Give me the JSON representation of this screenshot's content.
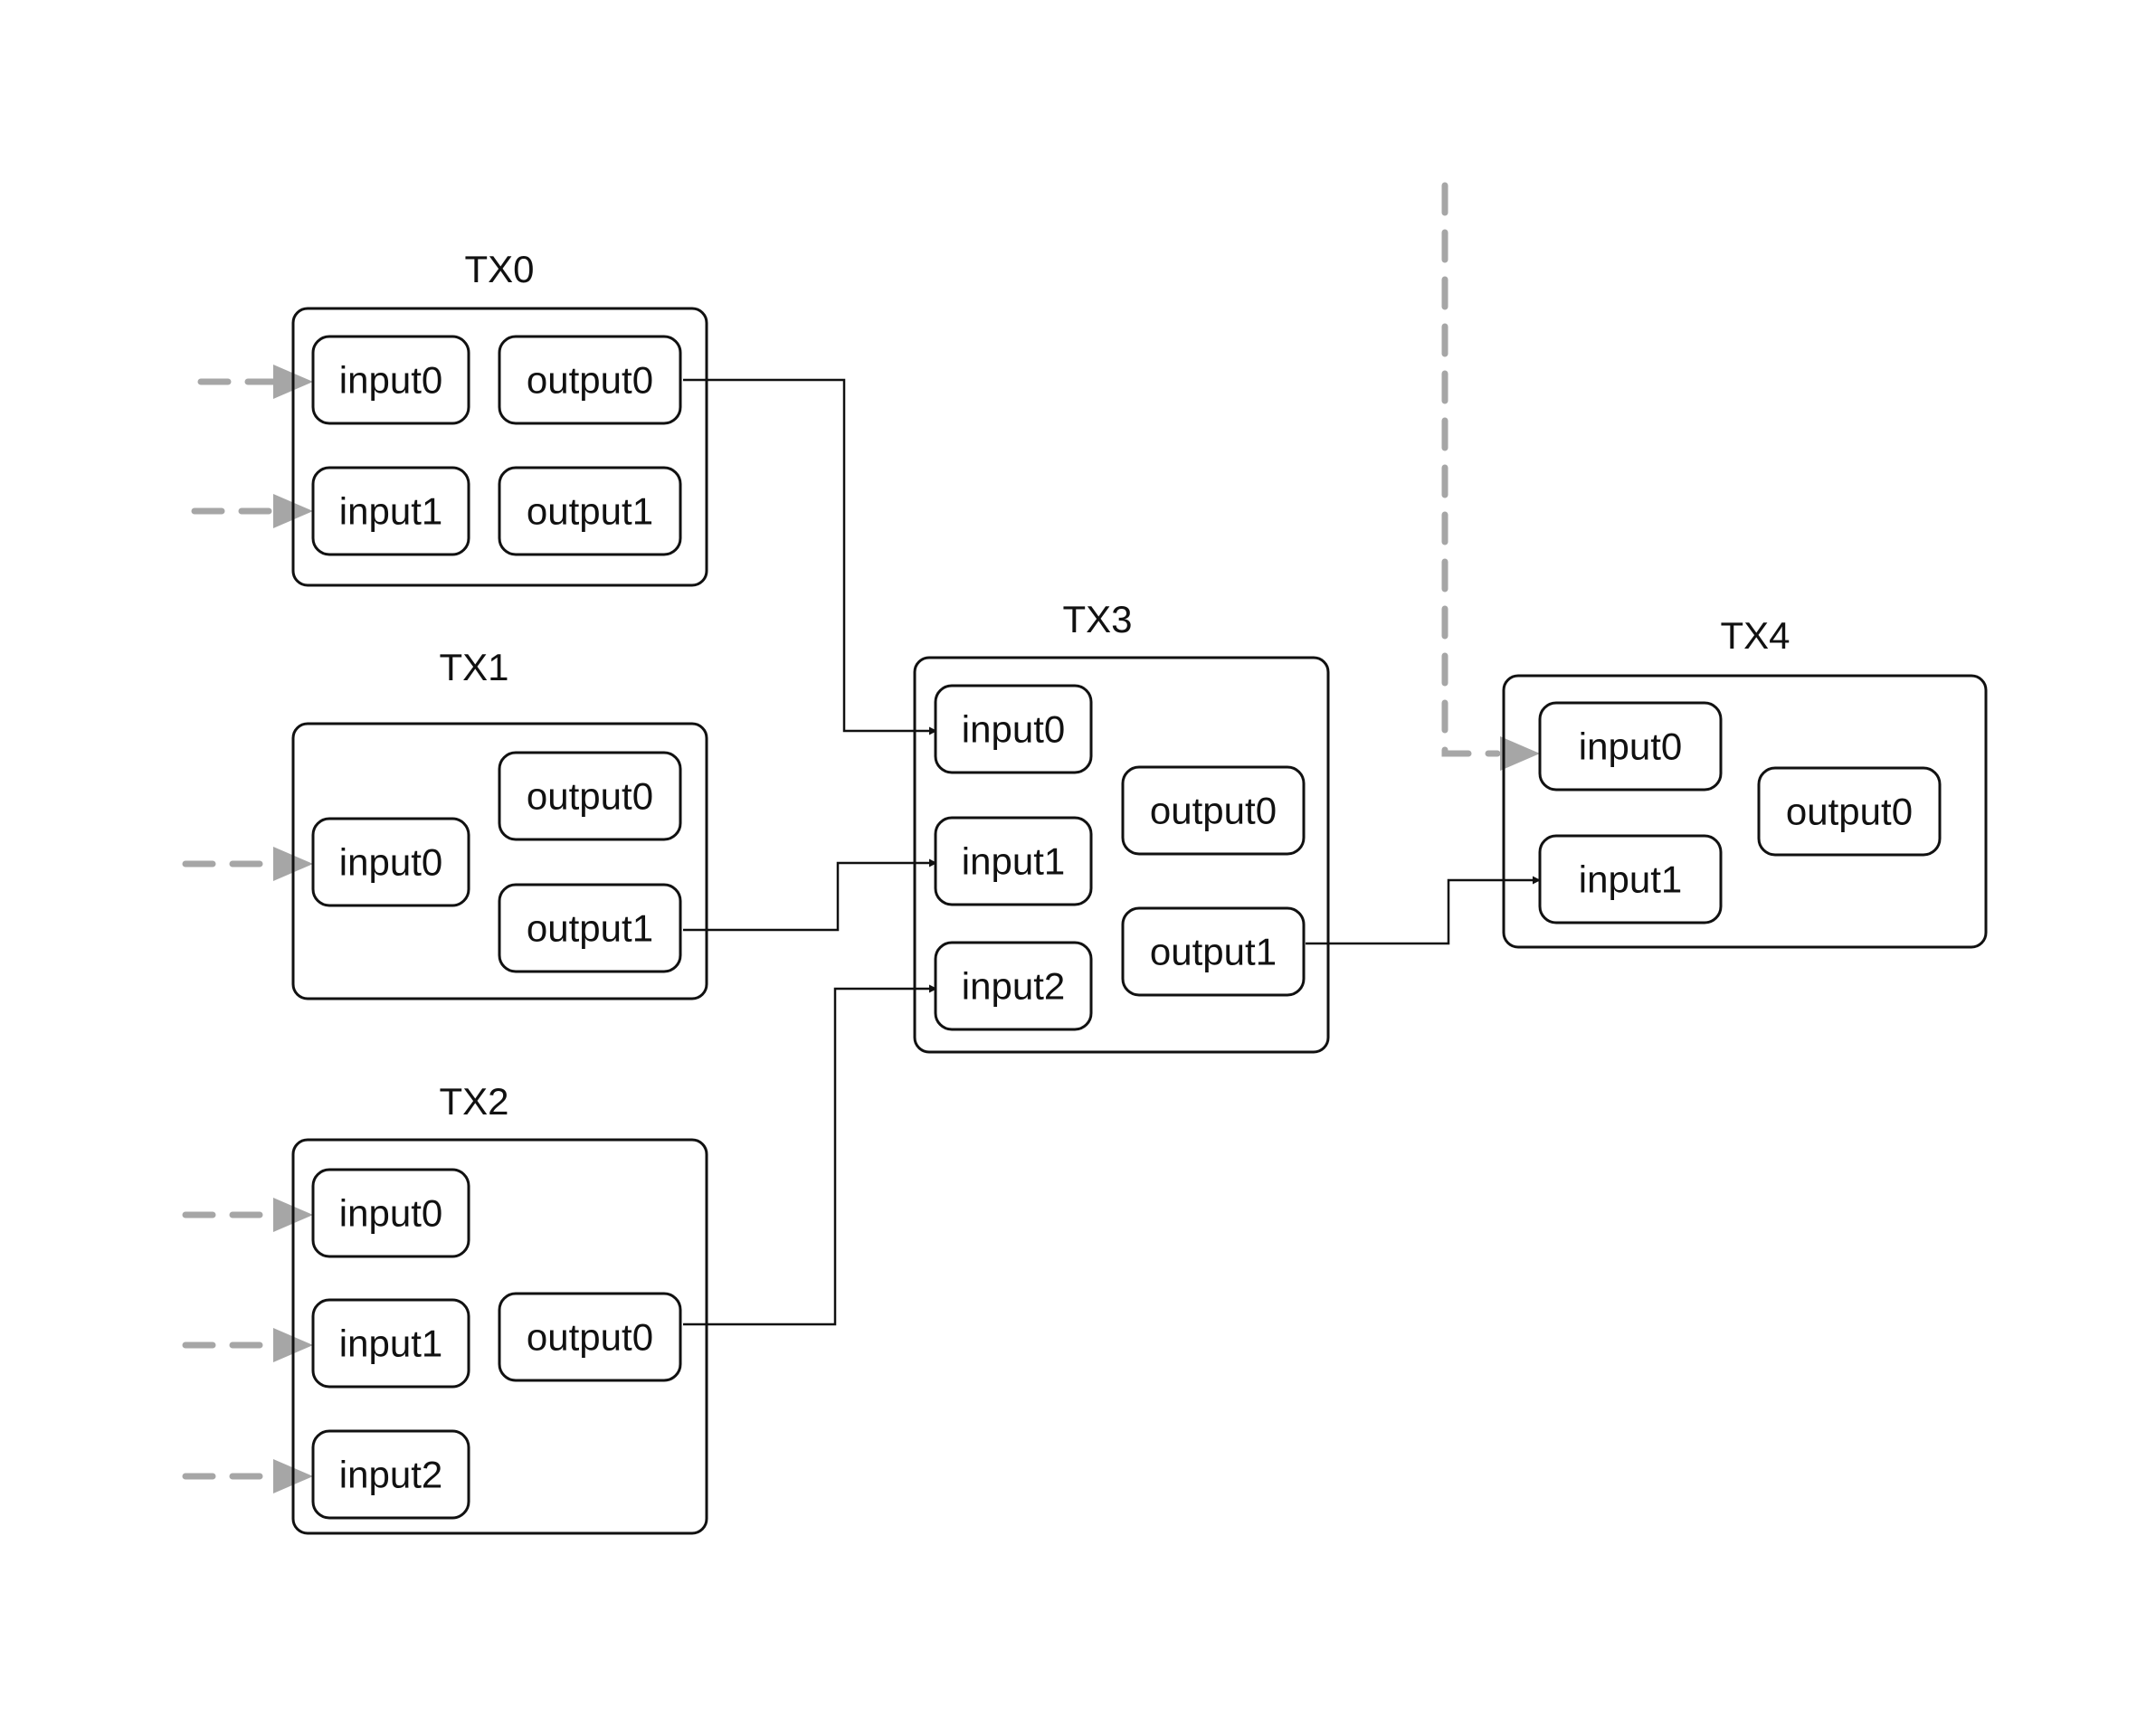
{
  "transactions": [
    {
      "id": "tx0",
      "title": "TX0",
      "inputs": [
        "input0",
        "input1"
      ],
      "outputs": [
        "output0",
        "output1"
      ]
    },
    {
      "id": "tx1",
      "title": "TX1",
      "inputs": [
        "input0"
      ],
      "outputs": [
        "output0",
        "output1"
      ]
    },
    {
      "id": "tx2",
      "title": "TX2",
      "inputs": [
        "input0",
        "input1",
        "input2"
      ],
      "outputs": [
        "output0"
      ]
    },
    {
      "id": "tx3",
      "title": "TX3",
      "inputs": [
        "input0",
        "input1",
        "input2"
      ],
      "outputs": [
        "output0",
        "output1"
      ]
    },
    {
      "id": "tx4",
      "title": "TX4",
      "inputs": [
        "input0",
        "input1"
      ],
      "outputs": [
        "output0"
      ]
    }
  ],
  "connections": [
    {
      "from": "tx0.output0",
      "to": "tx3.input0"
    },
    {
      "from": "tx1.output1",
      "to": "tx3.input1"
    },
    {
      "from": "tx2.output0",
      "to": "tx3.input2"
    },
    {
      "from": "tx3.output1",
      "to": "tx4.input1"
    }
  ],
  "external_inputs": [
    "tx0.input0",
    "tx0.input1",
    "tx1.input0",
    "tx2.input0",
    "tx2.input1",
    "tx2.input2",
    "tx4.input0"
  ],
  "colors": {
    "line": "#111111",
    "external_link": "#a6a6a6"
  }
}
